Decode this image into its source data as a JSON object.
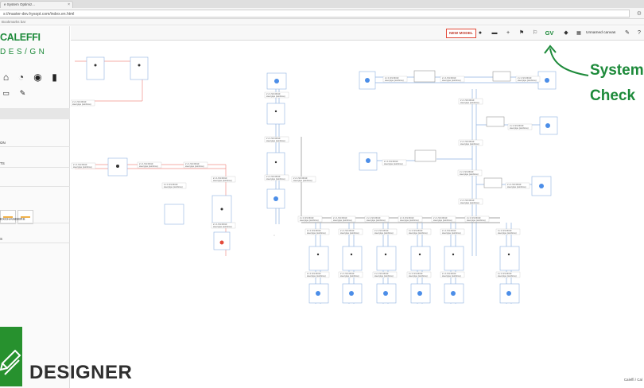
{
  "browser": {
    "tab_title": "e System Optimiz...",
    "tab_close": "×",
    "url": "s://master-dev.hysopt.com/index.en.html",
    "bookmarks_label": "Bookmarks bar"
  },
  "sidebar": {
    "logo_top": "CALEFFI",
    "logo_sub": "DES/GN",
    "tools": [
      "home-icon",
      "gauge-icon",
      "eye-icon",
      "chart-icon",
      "battery-icon",
      "wrench-icon"
    ],
    "items": [
      {
        "label": ""
      },
      {
        "label": "ON"
      },
      {
        "label": "TS"
      },
      {
        "label": ""
      },
      {
        "label": "EXCHANGERS"
      },
      {
        "label": "S"
      }
    ]
  },
  "toolbar": {
    "new_model_label": "NEW MODEL",
    "icons": [
      "record-icon",
      "folder-icon",
      "add-icon",
      "flag-icon",
      "flag-filled-icon",
      "system-check-icon",
      "layers-icon",
      "grid-icon"
    ],
    "system_check_label": "GV",
    "canvas_name": "Unnamed canvas",
    "right_icons": [
      "wrench-icon",
      "help-icon"
    ]
  },
  "diagram": {
    "pipe_label_line1": "2 x 1.5/1 DN10",
    "pipe_label_line2": "steel pipe (reinforce)"
  },
  "footer": {
    "text": "Caleffi / Cal"
  },
  "annotation": {
    "line1": "System",
    "line2": "Check"
  },
  "branding": {
    "text": "DESIGNER"
  },
  "colors": {
    "brand_green": "#1d8a3a",
    "pipe_red": "#f0908a",
    "pipe_blue": "#8fb3e0",
    "device_blue": "#4c8ee8",
    "accent_red": "#e34b3b"
  }
}
